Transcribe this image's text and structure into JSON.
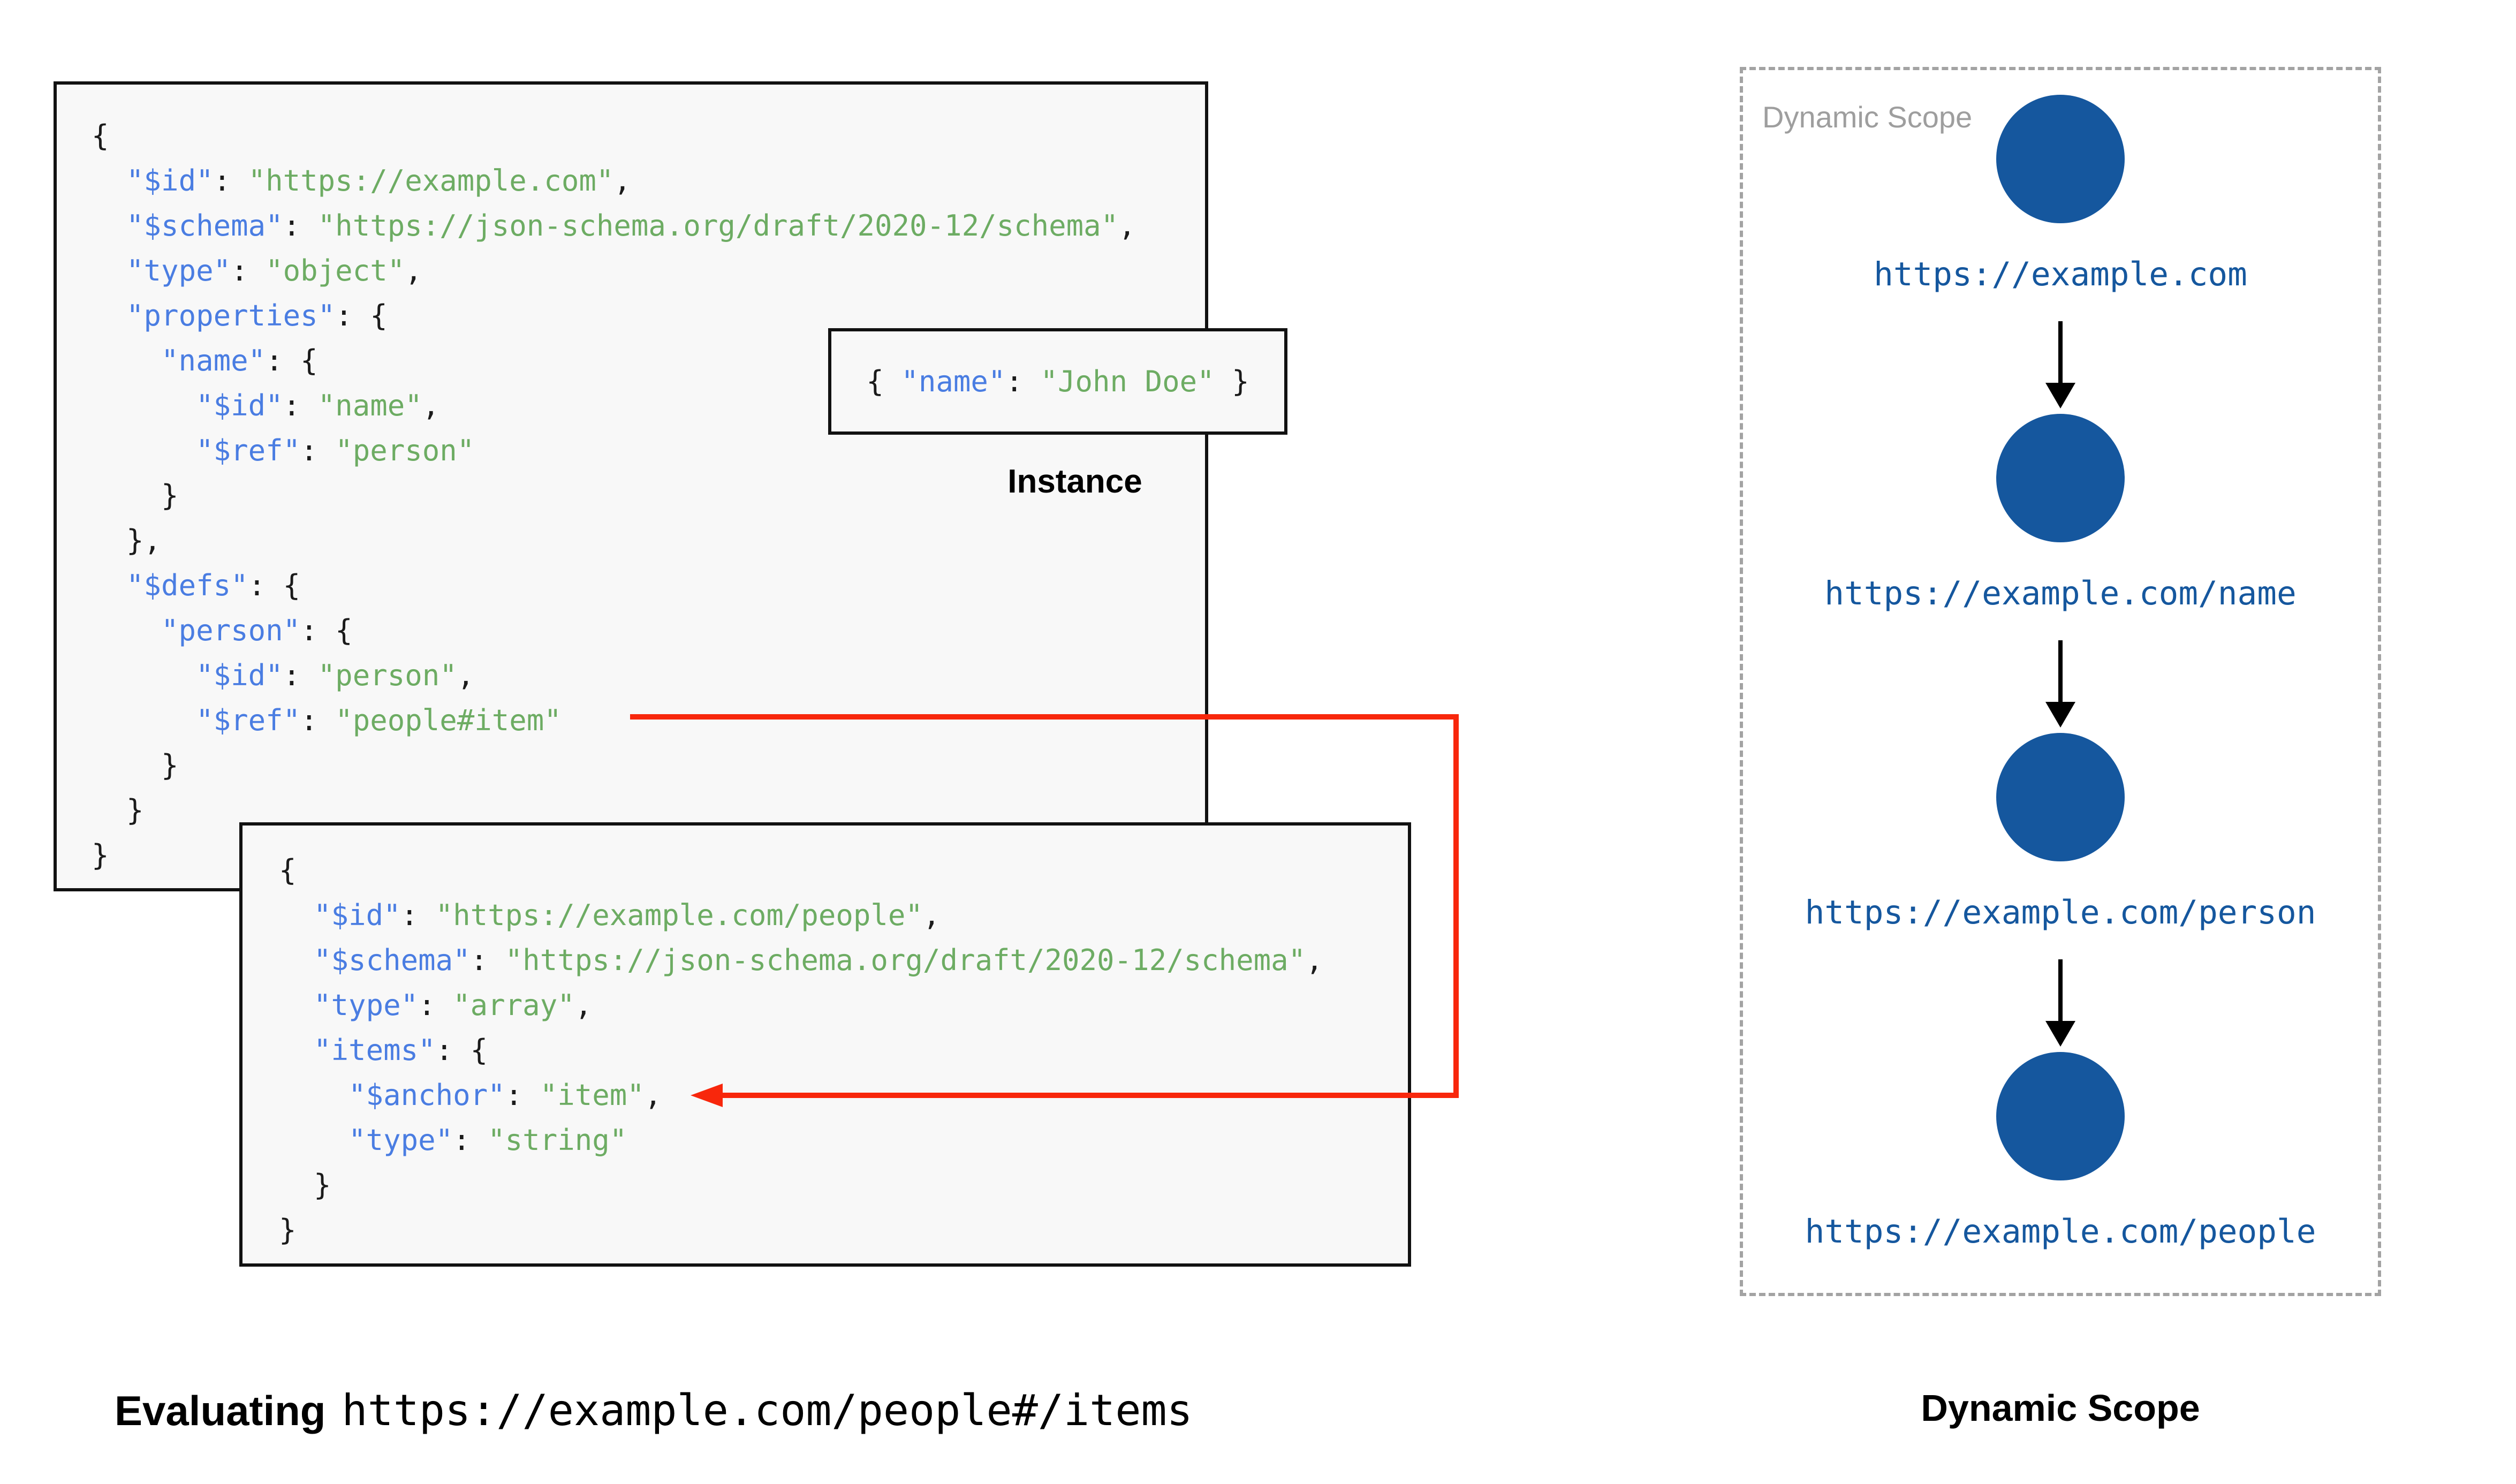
{
  "palette": {
    "key_blue": "#4A7DE2",
    "string_green": "#6DAC63",
    "code_black": "#1B1B1B",
    "box_bg": "#F8F8F8",
    "box_border": "#111111",
    "scope_blue": "#15579E",
    "arrow_red": "#F8270C",
    "watermark_gray": "#9E9E9E",
    "dash_gray": "#A3A3A3"
  },
  "schema_root": {
    "lines": [
      [
        [
          "p",
          "{"
        ]
      ],
      [
        [
          "p",
          "  "
        ],
        [
          "k",
          "\"$id\""
        ],
        [
          "p",
          ": "
        ],
        [
          "s",
          "\"https://example.com\""
        ],
        [
          "p",
          ","
        ]
      ],
      [
        [
          "p",
          "  "
        ],
        [
          "k",
          "\"$schema\""
        ],
        [
          "p",
          ": "
        ],
        [
          "s",
          "\"https://json-schema.org/draft/2020-12/schema\""
        ],
        [
          "p",
          ","
        ]
      ],
      [
        [
          "p",
          "  "
        ],
        [
          "k",
          "\"type\""
        ],
        [
          "p",
          ": "
        ],
        [
          "s",
          "\"object\""
        ],
        [
          "p",
          ","
        ]
      ],
      [
        [
          "p",
          "  "
        ],
        [
          "k",
          "\"properties\""
        ],
        [
          "p",
          ": {"
        ]
      ],
      [
        [
          "p",
          "    "
        ],
        [
          "k",
          "\"name\""
        ],
        [
          "p",
          ": {"
        ]
      ],
      [
        [
          "p",
          "      "
        ],
        [
          "k",
          "\"$id\""
        ],
        [
          "p",
          ": "
        ],
        [
          "s",
          "\"name\""
        ],
        [
          "p",
          ","
        ]
      ],
      [
        [
          "p",
          "      "
        ],
        [
          "k",
          "\"$ref\""
        ],
        [
          "p",
          ": "
        ],
        [
          "s",
          "\"person\""
        ]
      ],
      [
        [
          "p",
          "    }"
        ]
      ],
      [
        [
          "p",
          "  },"
        ]
      ],
      [
        [
          "p",
          "  "
        ],
        [
          "k",
          "\"$defs\""
        ],
        [
          "p",
          ": {"
        ]
      ],
      [
        [
          "p",
          "    "
        ],
        [
          "k",
          "\"person\""
        ],
        [
          "p",
          ": {"
        ]
      ],
      [
        [
          "p",
          "      "
        ],
        [
          "k",
          "\"$id\""
        ],
        [
          "p",
          ": "
        ],
        [
          "s",
          "\"person\""
        ],
        [
          "p",
          ","
        ]
      ],
      [
        [
          "p",
          "      "
        ],
        [
          "k",
          "\"$ref\""
        ],
        [
          "p",
          ": "
        ],
        [
          "s",
          "\"people#item\""
        ]
      ],
      [
        [
          "p",
          "    }"
        ]
      ],
      [
        [
          "p",
          "  }"
        ]
      ],
      [
        [
          "p",
          "}"
        ]
      ]
    ]
  },
  "instance": {
    "label": "Instance",
    "lines": [
      [
        [
          "p",
          "{ "
        ],
        [
          "k",
          "\"name\""
        ],
        [
          "p",
          ": "
        ],
        [
          "s",
          "\"John Doe\""
        ],
        [
          "p",
          " }"
        ]
      ]
    ]
  },
  "schema_people": {
    "lines": [
      [
        [
          "p",
          "{"
        ]
      ],
      [
        [
          "p",
          "  "
        ],
        [
          "k",
          "\"$id\""
        ],
        [
          "p",
          ": "
        ],
        [
          "s",
          "\"https://example.com/people\""
        ],
        [
          "p",
          ","
        ]
      ],
      [
        [
          "p",
          "  "
        ],
        [
          "k",
          "\"$schema\""
        ],
        [
          "p",
          ": "
        ],
        [
          "s",
          "\"https://json-schema.org/draft/2020-12/schema\""
        ],
        [
          "p",
          ","
        ]
      ],
      [
        [
          "p",
          "  "
        ],
        [
          "k",
          "\"type\""
        ],
        [
          "p",
          ": "
        ],
        [
          "s",
          "\"array\""
        ],
        [
          "p",
          ","
        ]
      ],
      [
        [
          "p",
          "  "
        ],
        [
          "k",
          "\"items\""
        ],
        [
          "p",
          ": {"
        ]
      ],
      [
        [
          "p",
          "    "
        ],
        [
          "k",
          "\"$anchor\""
        ],
        [
          "p",
          ": "
        ],
        [
          "s",
          "\"item\""
        ],
        [
          "p",
          ","
        ]
      ],
      [
        [
          "p",
          "    "
        ],
        [
          "k",
          "\"type\""
        ],
        [
          "p",
          ": "
        ],
        [
          "s",
          "\"string\""
        ]
      ],
      [
        [
          "p",
          "  }"
        ]
      ],
      [
        [
          "p",
          "}"
        ]
      ]
    ]
  },
  "evaluating": {
    "prefix": "Evaluating",
    "uri": "https://example.com/people#/items"
  },
  "dynamic_scope": {
    "watermark": "Dynamic Scope",
    "caption": "Dynamic Scope",
    "nodes": [
      {
        "label": "https://example.com"
      },
      {
        "label": "https://example.com/name"
      },
      {
        "label": "https://example.com/person"
      },
      {
        "label": "https://example.com/people"
      }
    ]
  }
}
